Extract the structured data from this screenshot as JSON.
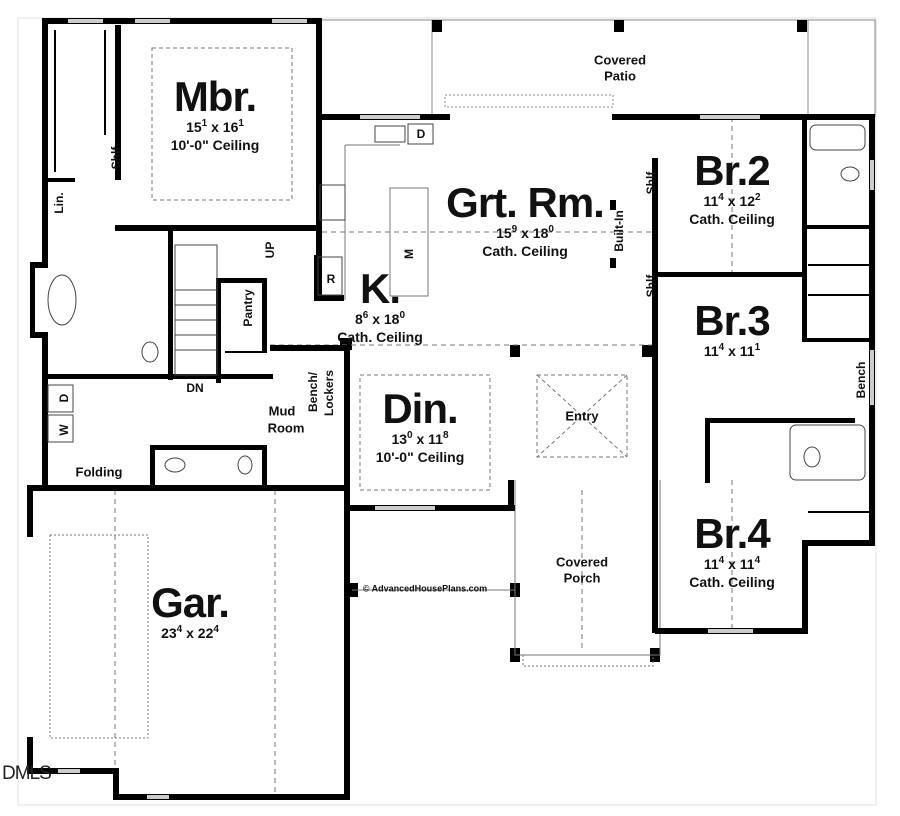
{
  "rooms": {
    "mbr": {
      "name": "Mbr.",
      "w": "15",
      "wi": "1",
      "d": "16",
      "di": "1",
      "ceiling": "10'-0\" Ceiling"
    },
    "grt": {
      "name": "Grt. Rm.",
      "w": "15",
      "wi": "9",
      "d": "18",
      "di": "0",
      "ceiling": "Cath. Ceiling"
    },
    "br2": {
      "name": "Br.2",
      "w": "11",
      "wi": "4",
      "d": "12",
      "di": "2",
      "ceiling": "Cath. Ceiling"
    },
    "br3": {
      "name": "Br.3",
      "w": "11",
      "wi": "4",
      "d": "11",
      "di": "1"
    },
    "br4": {
      "name": "Br.4",
      "w": "11",
      "wi": "4",
      "d": "11",
      "di": "4",
      "ceiling": "Cath. Ceiling"
    },
    "kit": {
      "name": "K.",
      "w": "8",
      "wi": "6",
      "d": "18",
      "di": "0",
      "ceiling": "Cath. Ceiling"
    },
    "din": {
      "name": "Din.",
      "w": "13",
      "wi": "0",
      "d": "11",
      "di": "8",
      "ceiling": "10'-0\" Ceiling"
    },
    "gar": {
      "name": "Gar.",
      "w": "23",
      "wi": "4",
      "d": "22",
      "di": "4"
    }
  },
  "labels": {
    "patio": [
      "Covered",
      "Patio"
    ],
    "porch": [
      "Covered",
      "Porch"
    ],
    "entry": "Entry",
    "mud": [
      "Mud",
      "Room"
    ],
    "folding": "Folding",
    "pantry": "Pantry",
    "bench_lockers": [
      "Bench/",
      "Lockers"
    ],
    "lin": "Lin.",
    "shlf": "Shlf",
    "built_in": "Built-In",
    "bench": "Bench",
    "up": "UP",
    "dn": "DN",
    "dryer": "D",
    "washer": "W",
    "dishwasher": "D",
    "fridge": "R",
    "microwave": "M"
  },
  "copyright": "AdvancedHousePlans.com",
  "watermark": "DMLS",
  "colors": {
    "wall": "#000000",
    "dashed": "#999999",
    "window": "#bbbbbb"
  }
}
